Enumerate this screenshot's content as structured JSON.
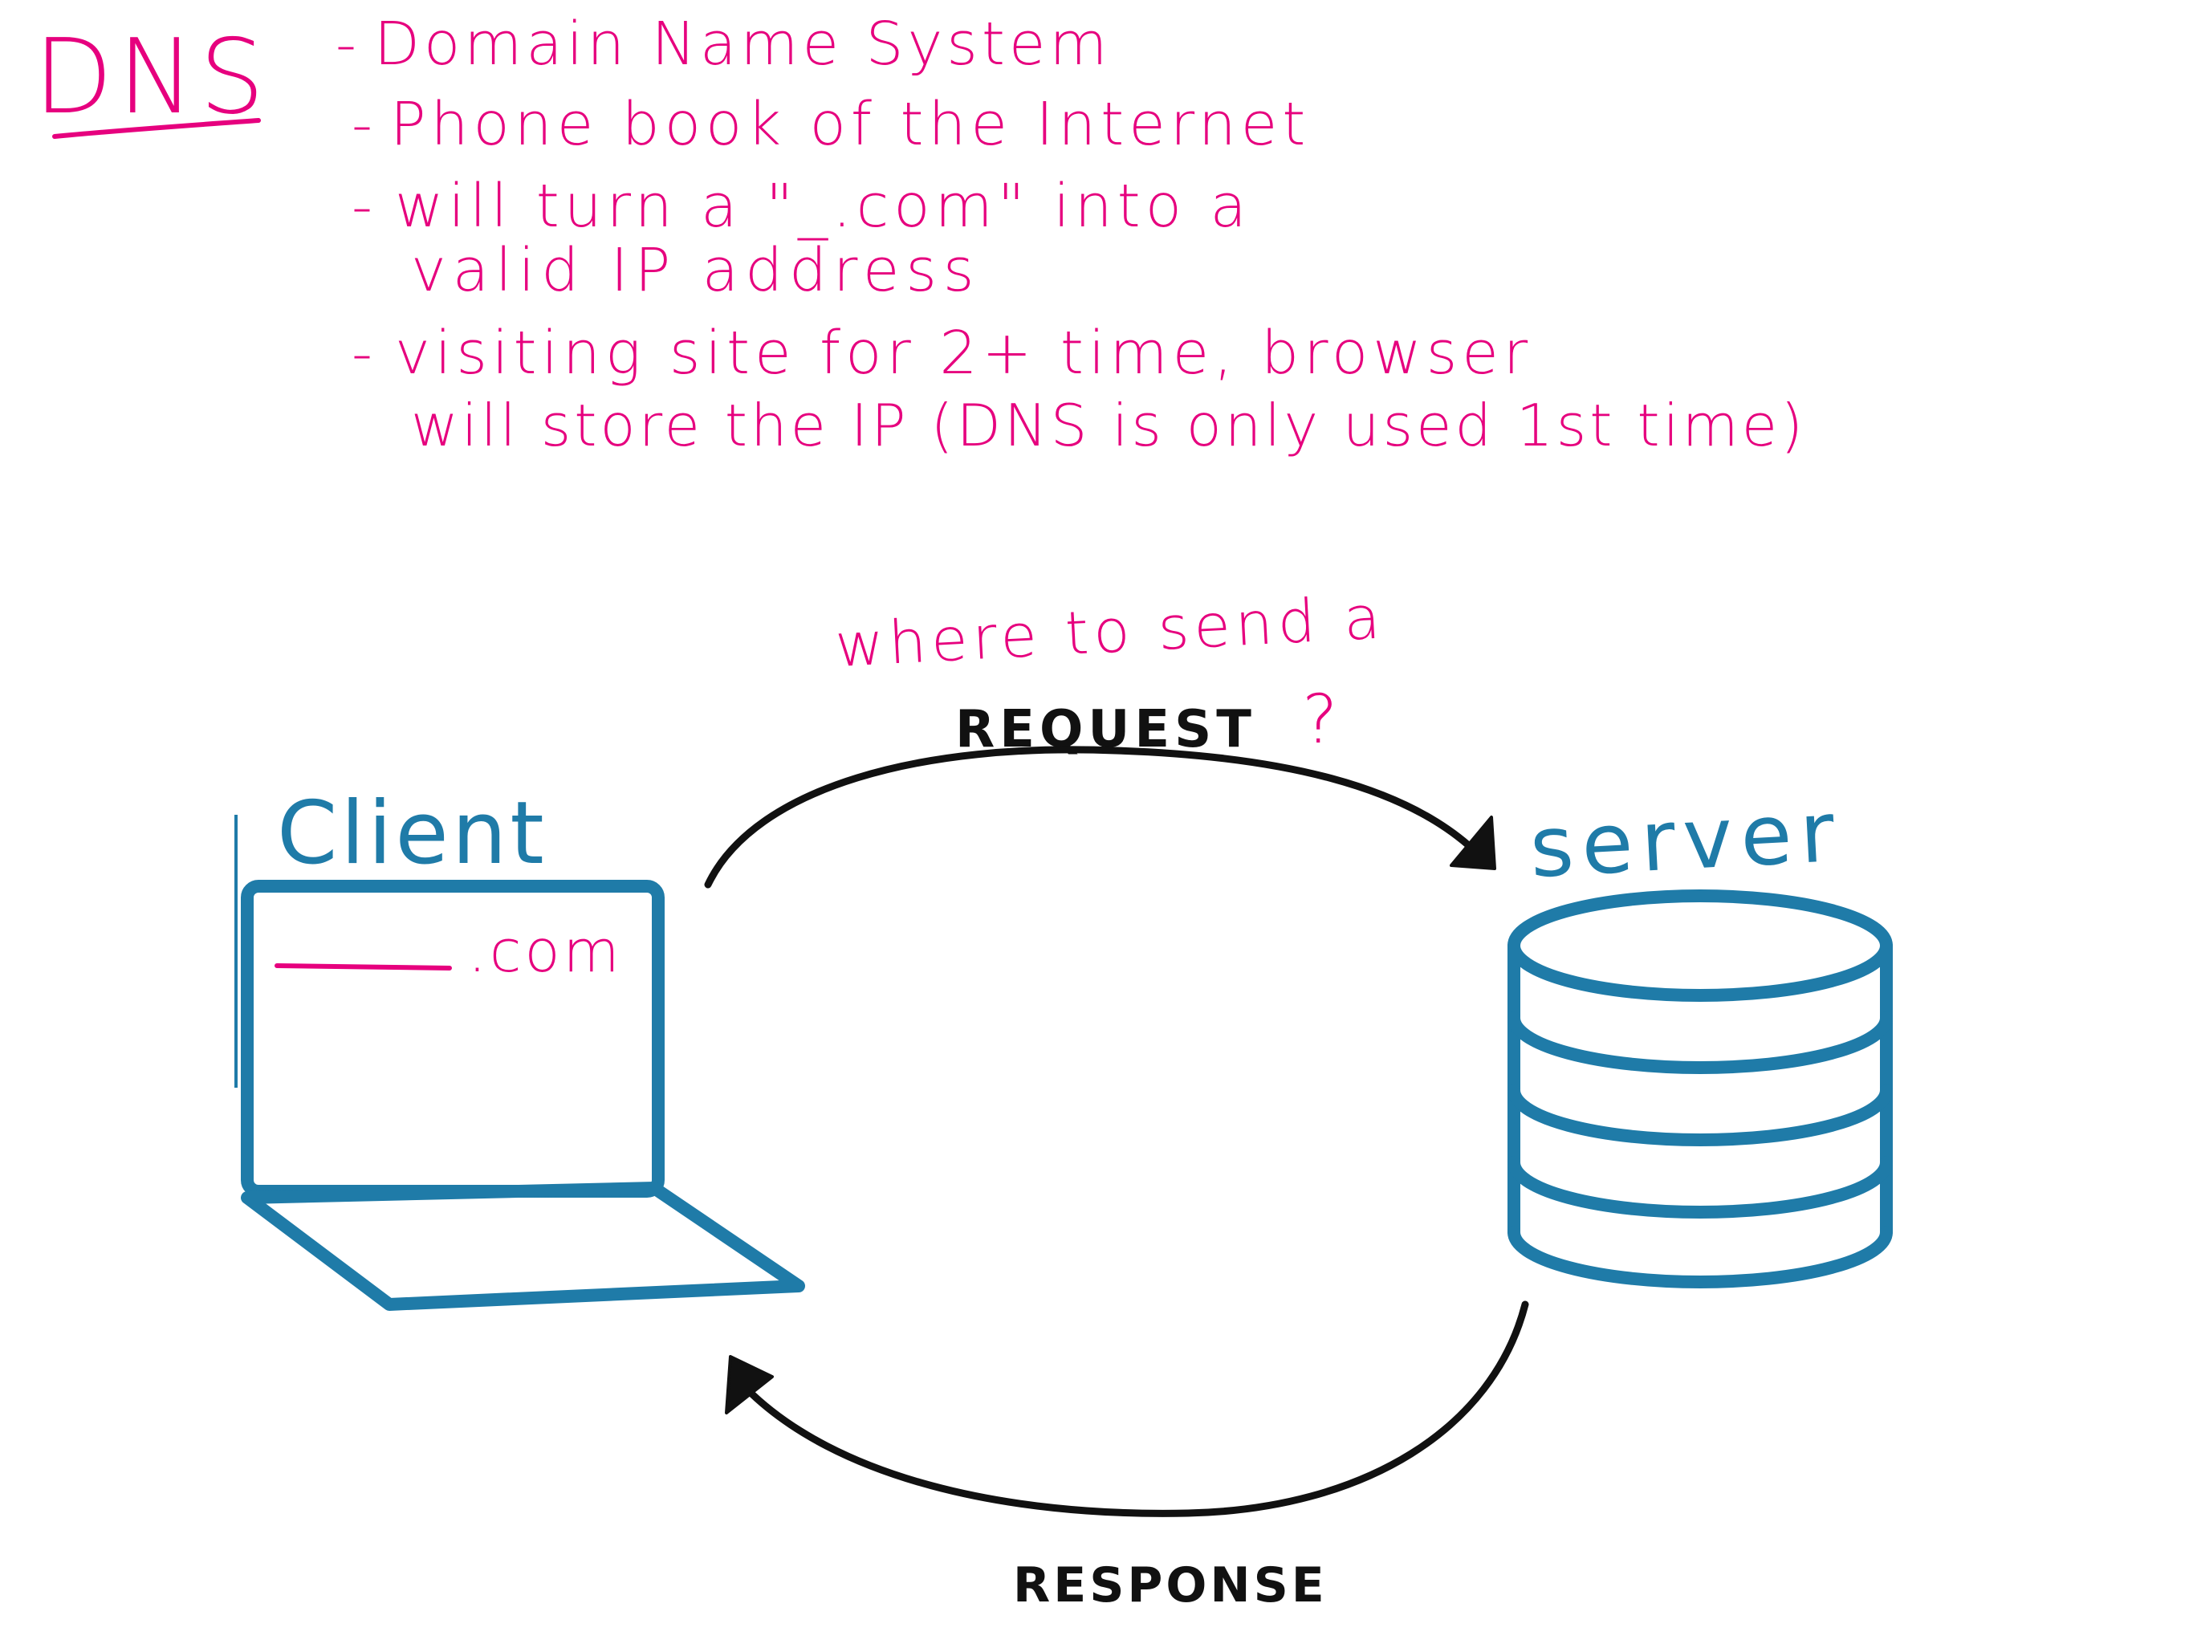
{
  "notes": {
    "title": "DNS",
    "bullets": [
      {
        "lines": [
          "Domain Name System"
        ]
      },
      {
        "lines": [
          "Phone book of the Internet"
        ]
      },
      {
        "lines": [
          "will turn a \"_.com\" into a",
          "valid IP address"
        ]
      },
      {
        "lines": [
          "visiting site for 2+ time, browser",
          "will store the IP (DNS is only used 1st time)"
        ]
      }
    ]
  },
  "diagram": {
    "question_top": "where to send a",
    "request_label": "REQUEST",
    "question_mark": "?",
    "client_label": "Client",
    "url_suffix": ".com",
    "server_label": "server",
    "response_label": "RESPONSE"
  },
  "colors": {
    "pink": "#e6007e",
    "blue": "#1f7ba8",
    "black": "#111111"
  }
}
